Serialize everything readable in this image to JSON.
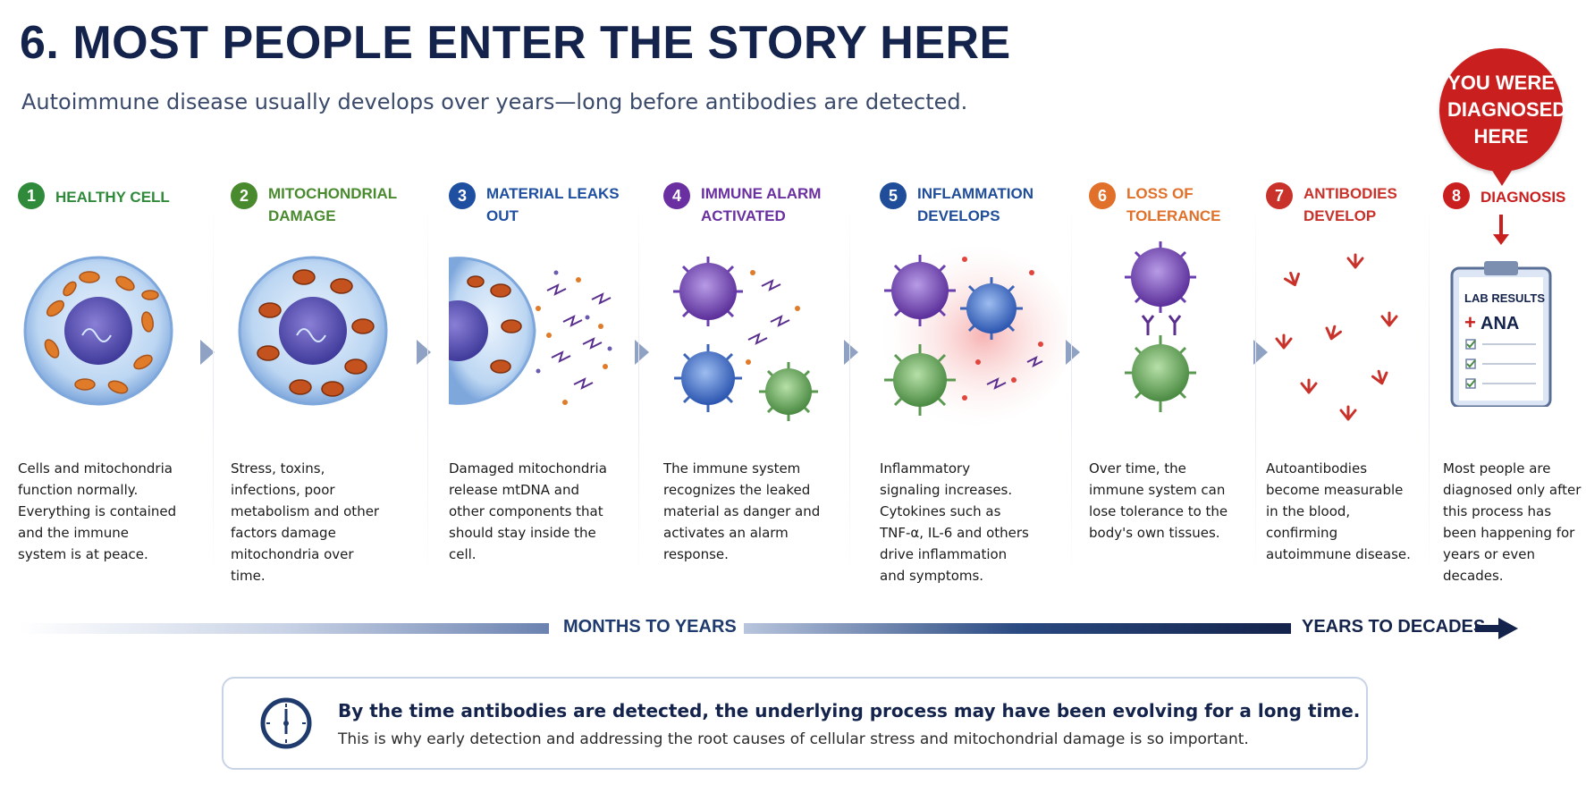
{
  "title": "6. MOST PEOPLE ENTER THE STORY HERE",
  "subtitle": "Autoimmune disease usually develops over years—long before antibodies are detected.",
  "callout": "YOU WERE DIAGNOSED HERE",
  "steps": [
    {
      "num": "1",
      "title": "HEALTHY CELL",
      "color": "#2f8a3a",
      "desc": "Cells and mitochondria function normally. Everything is contained and the immune system is at peace."
    },
    {
      "num": "2",
      "title": "MITOCHONDRIAL DAMAGE",
      "color": "#4a8a2f",
      "desc": "Stress, toxins, infections, poor metabolism and other factors damage mitochondria over time."
    },
    {
      "num": "3",
      "title": "MATERIAL LEAKS OUT",
      "color": "#1e4fa0",
      "desc": "Damaged mitochondria release mtDNA and other components that should stay inside the cell."
    },
    {
      "num": "4",
      "title": "IMMUNE ALARM ACTIVATED",
      "color": "#6a2fa0",
      "desc": "The immune system recognizes the leaked material as danger and activates an alarm response."
    },
    {
      "num": "5",
      "title": "INFLAMMATION DEVELOPS",
      "color": "#1f4d9a",
      "desc": "Inflammatory signaling increases. Cytokines such as TNF-α, IL-6 and others drive inflammation and symptoms."
    },
    {
      "num": "6",
      "title": "LOSS OF TOLERANCE",
      "color": "#e0702a",
      "desc": "Over time, the immune system can lose tolerance to the body's own tissues."
    },
    {
      "num": "7",
      "title": "ANTIBODIES DEVELOP",
      "color": "#c9322a",
      "desc": "Autoantibodies become measurable in the blood, confirming autoimmune disease."
    },
    {
      "num": "8",
      "title": "DIAGNOSIS",
      "color": "#c9201f",
      "desc": "Most people are diagnosed only after this process has been happening for years or even decades."
    }
  ],
  "lab": {
    "heading": "LAB RESULTS",
    "result": "ANA"
  },
  "timeline": {
    "label_a": "MONTHS TO YEARS",
    "label_b": "YEARS TO DECADES"
  },
  "note": {
    "main": "By the time antibodies are detected, the underlying process may have been evolving for a long time.",
    "sub": "This is why early detection and addressing the root causes of cellular stress and mitochondrial damage is so important."
  },
  "icons": [
    "dna-icon",
    "antibody-icon",
    "clock-icon",
    "clipboard-icon",
    "checkbox-icon"
  ]
}
